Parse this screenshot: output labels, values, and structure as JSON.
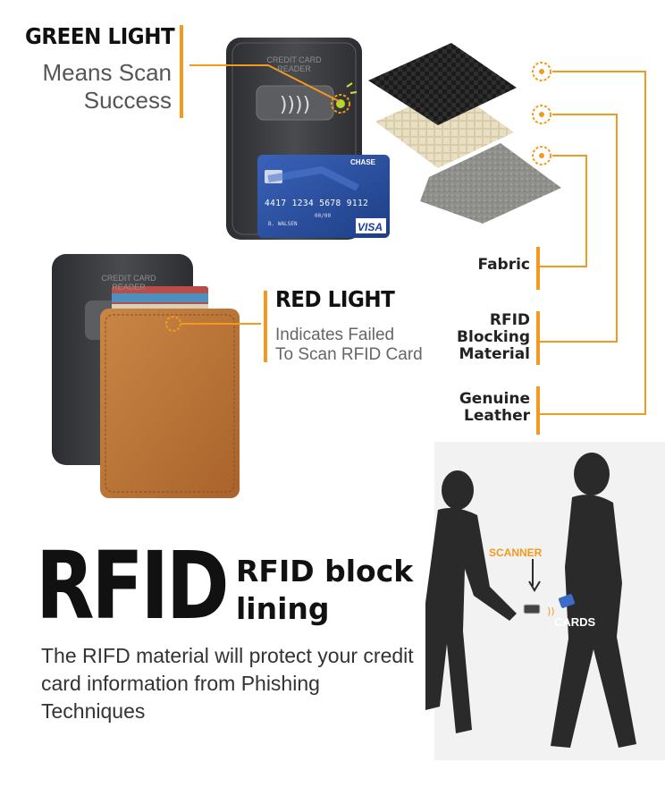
{
  "green_light": {
    "title": "GREEN LIGHT",
    "description": "Means Scan Success"
  },
  "red_light": {
    "title": "RED LIGHT",
    "description_line1": "Indicates Failed",
    "description_line2": "To Scan RFID Card"
  },
  "reader": {
    "label_line1": "CREDIT CARD",
    "label_line2": "READER"
  },
  "credit_card": {
    "bank": "CHASE",
    "number": "4417 1234 5678 9112",
    "expiry": "00/00",
    "holder": "B. WALSEN",
    "network": "VISA"
  },
  "layers": {
    "fabric": "Fabric",
    "rfid_line1": "RFID",
    "rfid_line2": "Blocking",
    "rfid_line3": "Material",
    "leather_line1": "Genuine",
    "leather_line2": "Leather"
  },
  "rfid_section": {
    "big_title": "RFID",
    "subtitle_line1": "RFID block",
    "subtitle_line2": "lining",
    "body": "The RIFD material will protect your credit card information from Phishing Techniques"
  },
  "illustration": {
    "scanner_label": "SCANNER",
    "cards_label": "CARDS"
  },
  "colors": {
    "accent": "#f39a1e",
    "reader": "#3a3b3e",
    "leather": "#c07a3c",
    "card_blue": "#2a4fa0"
  }
}
